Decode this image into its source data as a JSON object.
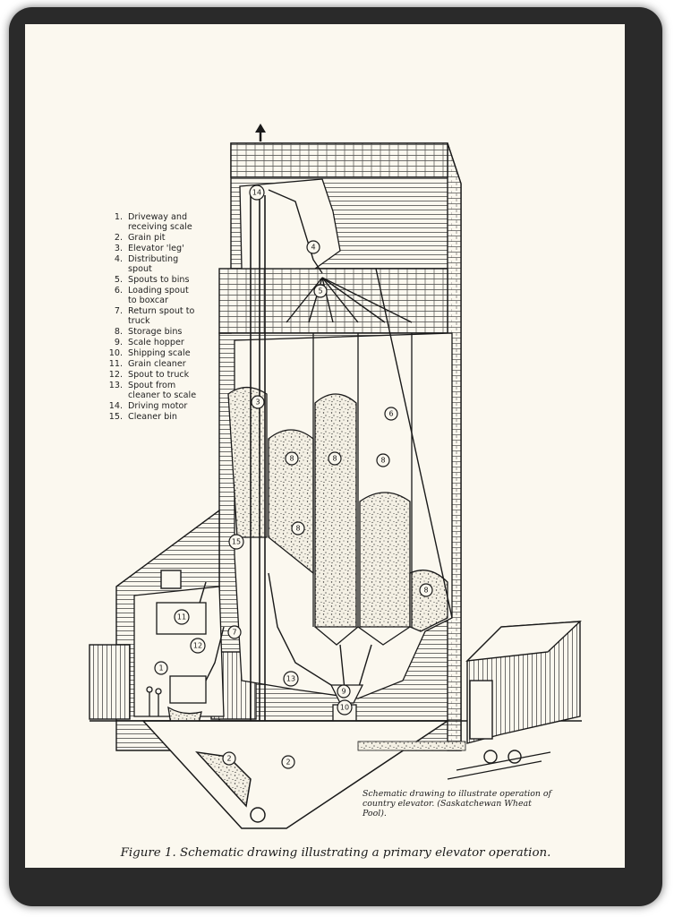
{
  "legend": [
    {
      "num": "1.",
      "text": "Driveway and\nreceiving scale"
    },
    {
      "num": "2.",
      "text": "Grain pit"
    },
    {
      "num": "3.",
      "text": "Elevator 'leg'"
    },
    {
      "num": "4.",
      "text": "Distributing\nspout"
    },
    {
      "num": "5.",
      "text": "Spouts to bins"
    },
    {
      "num": "6.",
      "text": "Loading spout\nto boxcar"
    },
    {
      "num": "7.",
      "text": "Return spout to\ntruck"
    },
    {
      "num": "8.",
      "text": "Storage bins"
    },
    {
      "num": "9.",
      "text": "Scale hopper"
    },
    {
      "num": "10.",
      "text": "Shipping scale"
    },
    {
      "num": "11.",
      "text": "Grain cleaner"
    },
    {
      "num": "12.",
      "text": "Spout to truck"
    },
    {
      "num": "13.",
      "text": "Spout from\ncleaner to scale"
    },
    {
      "num": "14.",
      "text": "Driving motor"
    },
    {
      "num": "15.",
      "text": "Cleaner bin"
    }
  ],
  "callouts": {
    "c1": "1",
    "c2a": "2",
    "c2b": "2",
    "c3": "3",
    "c4": "4",
    "c5": "5",
    "c6": "6",
    "c7": "7",
    "c8a": "8",
    "c8b": "8",
    "c8c": "8",
    "c8d": "8",
    "c8e": "8",
    "c9": "9",
    "c10": "10",
    "c11": "11",
    "c12": "12",
    "c13": "13",
    "c14": "14",
    "c15": "15"
  },
  "note": "Schematic drawing to illustrate operation of country elevator. (Saskatchewan Wheat Pool).",
  "caption": "Figure 1. Schematic drawing illustrating a primary elevator operation.",
  "colors": {
    "frame": "#2a2a2a",
    "paper": "#fbf8ef",
    "ink": "#1a1a1a"
  }
}
